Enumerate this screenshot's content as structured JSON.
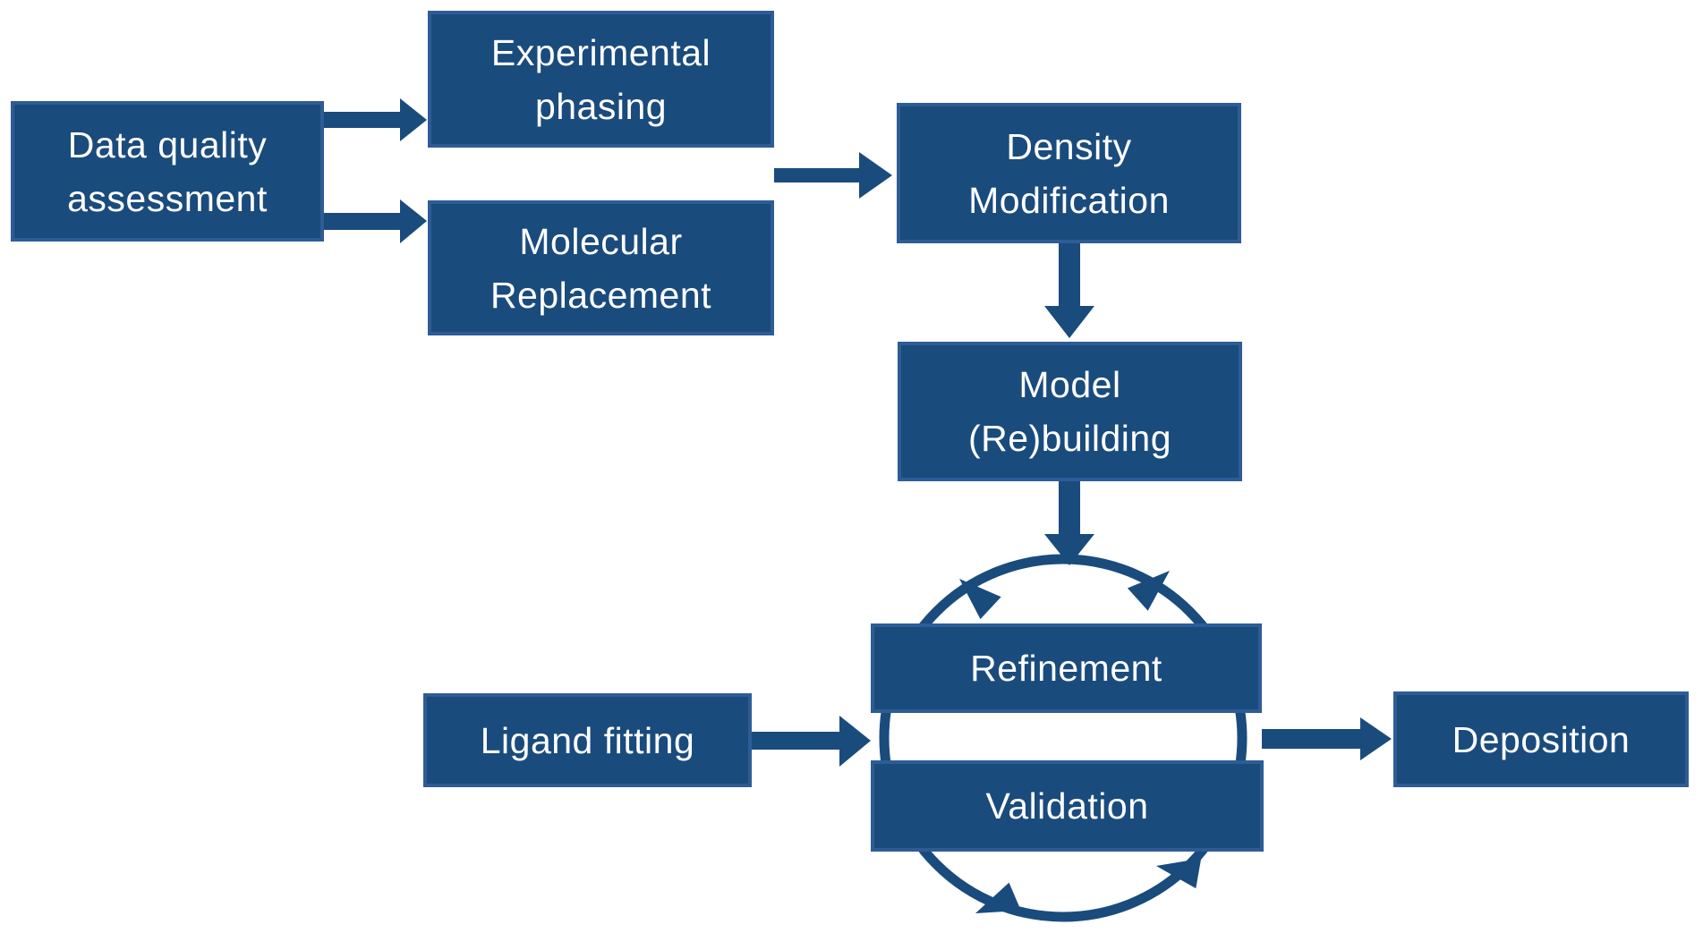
{
  "colors": {
    "background": "#ffffff",
    "box_fill": "#1a4b7d",
    "box_border": "#2e5c96",
    "arrow_color": "#1a4b7d",
    "text_color": "#ffffff"
  },
  "nodes": {
    "data_quality": {
      "label": "Data quality\nassessment"
    },
    "experimental_phasing": {
      "label": "Experimental\nphasing"
    },
    "molecular_replacement": {
      "label": "Molecular\nReplacement"
    },
    "density_modification": {
      "label": "Density\nModification"
    },
    "model_rebuilding": {
      "label": "Model\n(Re)building"
    },
    "refinement": {
      "label": "Refinement"
    },
    "validation": {
      "label": "Validation"
    },
    "ligand_fitting": {
      "label": "Ligand fitting"
    },
    "deposition": {
      "label": "Deposition"
    }
  },
  "edges": [
    {
      "from": "Data quality assessment",
      "to": "Experimental phasing"
    },
    {
      "from": "Data quality assessment",
      "to": "Molecular Replacement"
    },
    {
      "from": "Experimental phasing / Molecular Replacement",
      "to": "Density Modification"
    },
    {
      "from": "Density Modification",
      "to": "Model (Re)building"
    },
    {
      "from": "Model (Re)building",
      "to": "Refinement-Validation cycle"
    },
    {
      "from": "Ligand fitting",
      "to": "Refinement-Validation cycle"
    },
    {
      "from": "Refinement-Validation cycle",
      "to": "Deposition"
    }
  ],
  "cycle": {
    "members": [
      "Refinement",
      "Validation"
    ],
    "shape": "circular arrows"
  }
}
